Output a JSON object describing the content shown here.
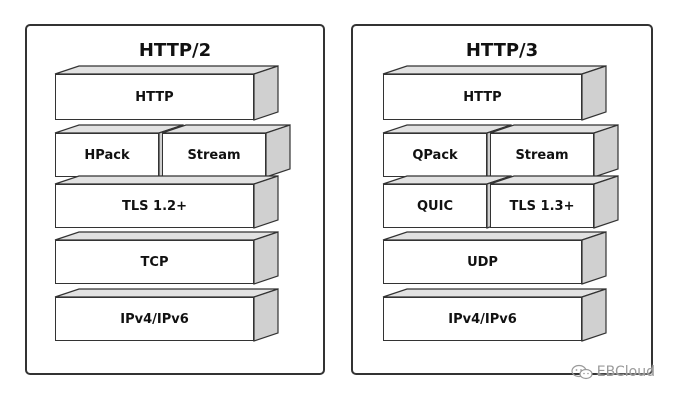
{
  "left_panel": {
    "title": "HTTP/2",
    "layers": {
      "http": "HTTP",
      "hpack": "HPack",
      "stream": "Stream",
      "tls": "TLS 1.2+",
      "tcp": "TCP",
      "ip": "IPv4/IPv6"
    }
  },
  "right_panel": {
    "title": "HTTP/3",
    "layers": {
      "http": "HTTP",
      "qpack": "QPack",
      "stream": "Stream",
      "quic": "QUIC",
      "tls": "TLS 1.3+",
      "udp": "UDP",
      "ip": "IPv4/IPv6"
    }
  },
  "watermark": {
    "text": "EBCloud",
    "icon": "wechat-icon"
  },
  "colors": {
    "border": "#333333",
    "block_face": "#ffffff",
    "block_top": "#e2e2e2",
    "block_side": "#d0d0d0",
    "watermark": "#9a9a9a"
  }
}
